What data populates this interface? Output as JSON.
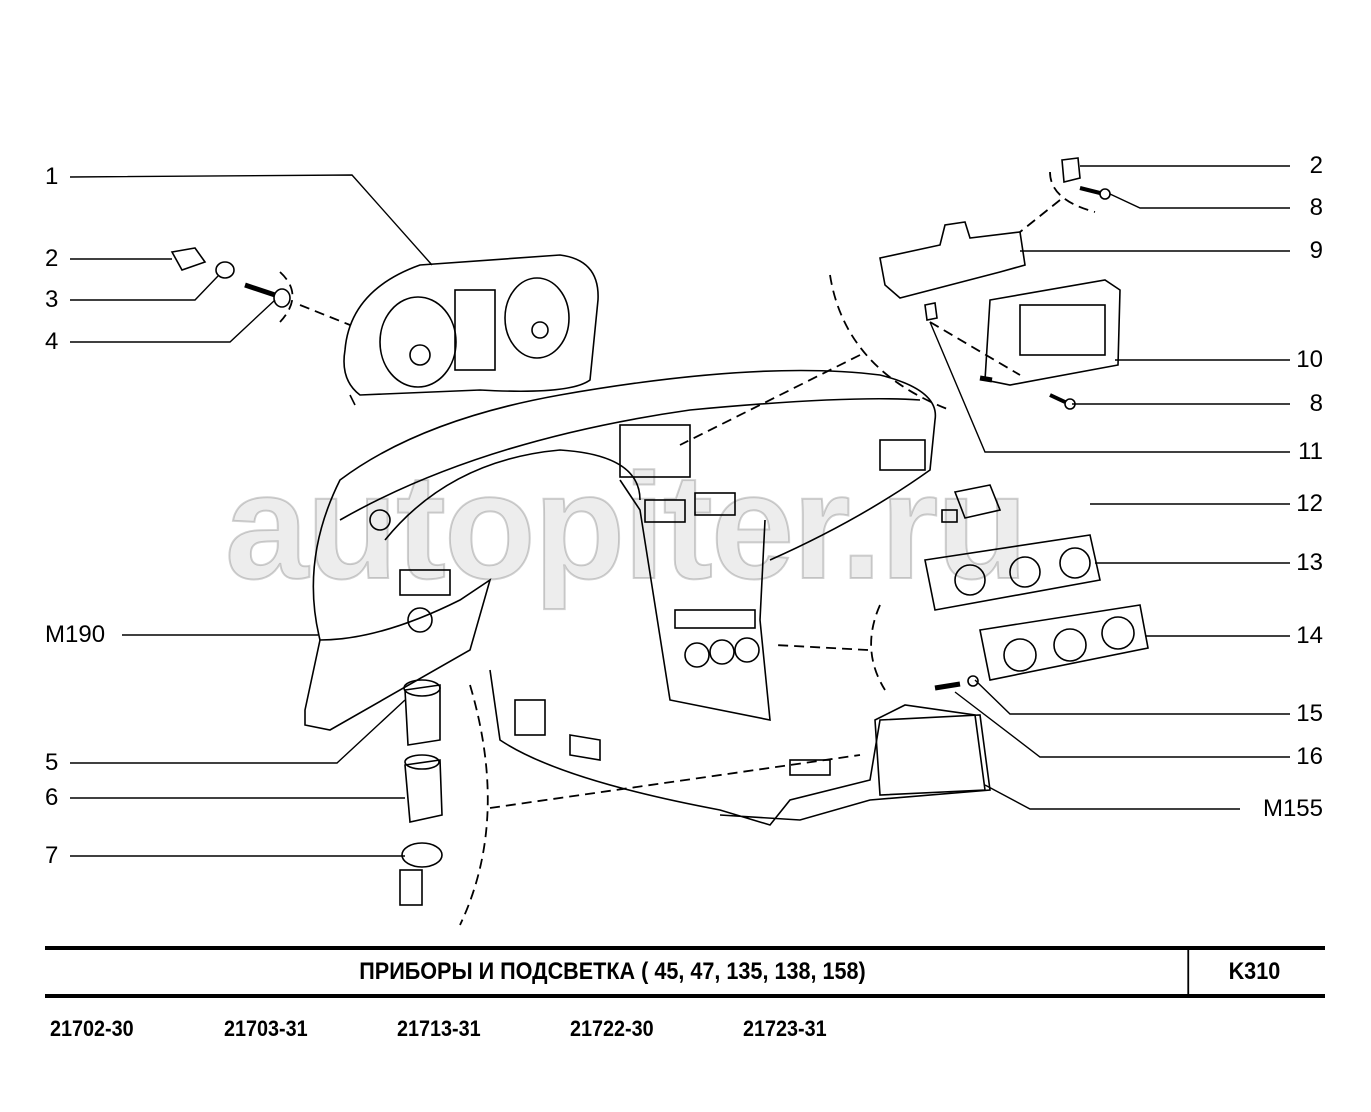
{
  "watermark": "autopiter.ru",
  "callouts_left": {
    "c1": "1",
    "c2": "2",
    "c3": "3",
    "c4": "4",
    "m190": "M190",
    "c5": "5",
    "c6": "6",
    "c7": "7"
  },
  "callouts_right": {
    "c2": "2",
    "c8a": "8",
    "c9": "9",
    "c10": "10",
    "c8b": "8",
    "c11": "11",
    "c12": "12",
    "c13": "13",
    "c14": "14",
    "c15": "15",
    "c16": "16",
    "m155": "M155"
  },
  "title_block": {
    "title": "ПРИБОРЫ  И  ПОДСВЕТКА  ( 45, 47, 135, 138, 158)",
    "sheet_code": "K310"
  },
  "models": [
    "21702-30",
    "21703-31",
    "21713-31",
    "21722-30",
    "21723-31"
  ]
}
